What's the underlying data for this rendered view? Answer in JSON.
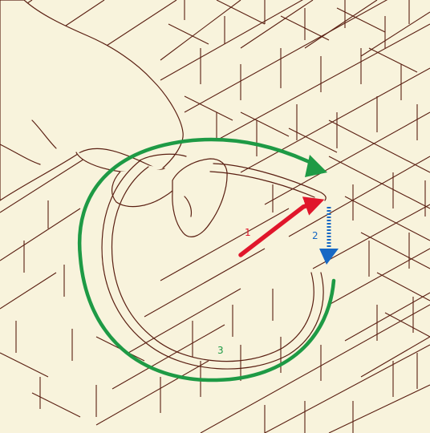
{
  "colors": {
    "background": "#f8f3dc",
    "line": "#5a1f12",
    "step1": "#e0162b",
    "step2": "#1768c4",
    "step3": "#1e9a45"
  },
  "steps": [
    {
      "number": "1",
      "color": "#e0162b",
      "icon": "arrow-icon"
    },
    {
      "number": "2",
      "color": "#1768c4",
      "icon": "dotted-arrow-icon"
    },
    {
      "number": "3",
      "color": "#1e9a45",
      "icon": "circular-arrow-icon"
    }
  ]
}
